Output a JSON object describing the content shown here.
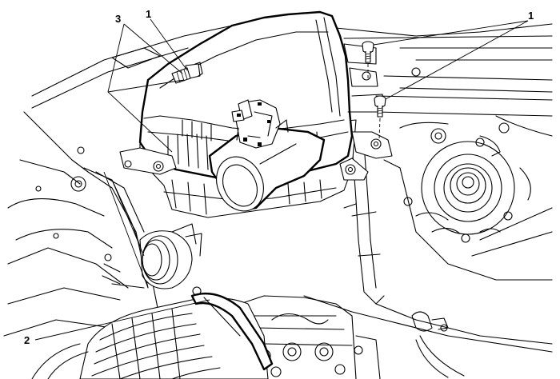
{
  "diagram": {
    "callouts": [
      {
        "id": "label-3-top",
        "text": "3"
      },
      {
        "id": "label-1-top",
        "text": "1"
      },
      {
        "id": "label-1-right",
        "text": "1"
      },
      {
        "id": "label-2-left",
        "text": "2"
      }
    ]
  }
}
